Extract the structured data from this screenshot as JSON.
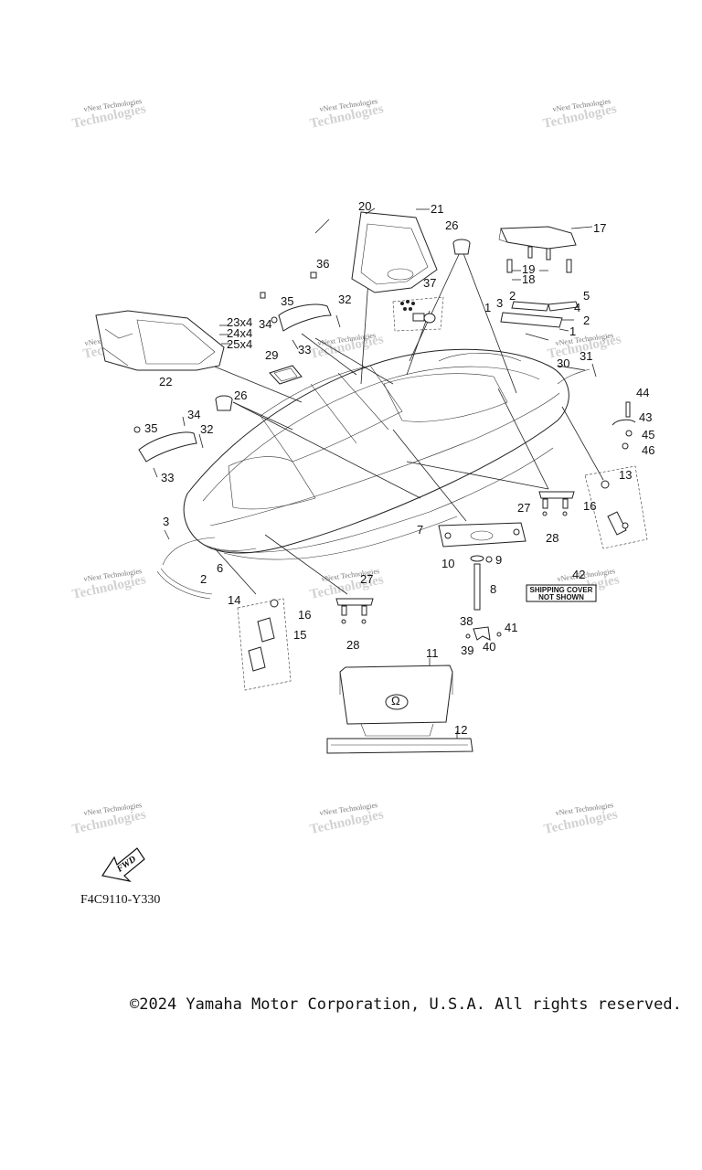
{
  "watermark": {
    "brand": "vNext Technologies",
    "overlay": "Technologies"
  },
  "callouts": {
    "c1": "1",
    "c2": "2",
    "c3": "3",
    "c4": "4",
    "c5": "5",
    "c6": "6",
    "c7": "7",
    "c8": "8",
    "c9": "9",
    "c10": "10",
    "c11": "11",
    "c12": "12",
    "c13": "13",
    "c14": "14",
    "c15": "15",
    "c16": "16",
    "c17": "17",
    "c18": "18",
    "c19": "19",
    "c20": "20",
    "c21": "21",
    "c22": "22",
    "c23": "23x4",
    "c24": "24x4",
    "c25": "25x4",
    "c26": "26",
    "c27": "27",
    "c28": "28",
    "c29": "29",
    "c30": "30",
    "c31": "31",
    "c32": "32",
    "c33": "33",
    "c34": "34",
    "c35": "35",
    "c36": "36",
    "c37": "37",
    "c38": "38",
    "c39": "39",
    "c40": "40",
    "c41": "41",
    "c42": "42",
    "c43": "43",
    "c44": "44",
    "c45": "45",
    "c46": "46"
  },
  "shipping_cover": {
    "line1": "SHIPPING COVER",
    "line2": "NOT SHOWN"
  },
  "fwd_label": "FWD",
  "diagram_code": "F4C9110-Y330",
  "copyright": "©2024 Yamaha Motor Corporation, U.S.A. All rights reserved."
}
